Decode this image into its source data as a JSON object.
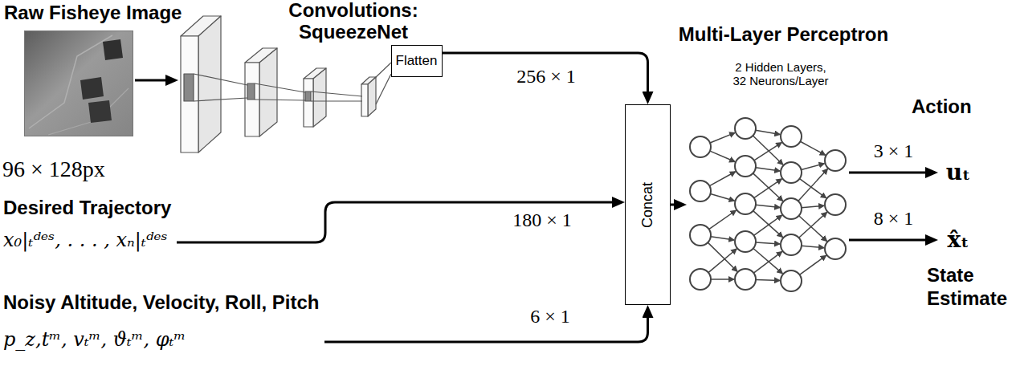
{
  "diagram": {
    "nodes": [
      {
        "text": [
          "Raw Fisheye Image",
          "96 × 128px"
        ]
      },
      {
        "text": [
          "Flatten"
        ]
      },
      {
        "text": [
          "Desired Trajectory",
          "x₀|ₜᵈᵉˢ, . . . , xₙ|ₜᵈᵉˢ"
        ]
      },
      {
        "text": [
          "Noisy Altitude, Velocity, Roll, Pitch",
          "p_z,tᵐ, vₜᵐ, ϑₜᵐ, φₜᵐ"
        ]
      },
      {
        "text": [
          "Concat"
        ]
      },
      {
        "text": [
          "Multi-Layer Perceptron",
          "2 Hidden Layers, 32 Neurons/Layer"
        ]
      },
      {
        "text": [
          "Action",
          "uₜ"
        ]
      },
      {
        "text": [
          "x̂ₜ",
          "State Estimate"
        ]
      }
    ],
    "edges": [
      {
        "from": 1,
        "to": 4,
        "arrow": "to",
        "label": "256 × 1"
      },
      {
        "from": 2,
        "to": 4,
        "arrow": "to",
        "label": "180 × 1"
      },
      {
        "from": 3,
        "to": 4,
        "arrow": "to",
        "label": "6 × 1"
      },
      {
        "from": 4,
        "to": 5,
        "arrow": "to"
      },
      {
        "from": 5,
        "to": 6,
        "arrow": "to",
        "label": "3 × 1"
      },
      {
        "from": 5,
        "to": 7,
        "arrow": "to",
        "label": "8 × 1"
      }
    ],
    "labels": [
      "Convolutions: SqueezeNet"
    ]
  }
}
